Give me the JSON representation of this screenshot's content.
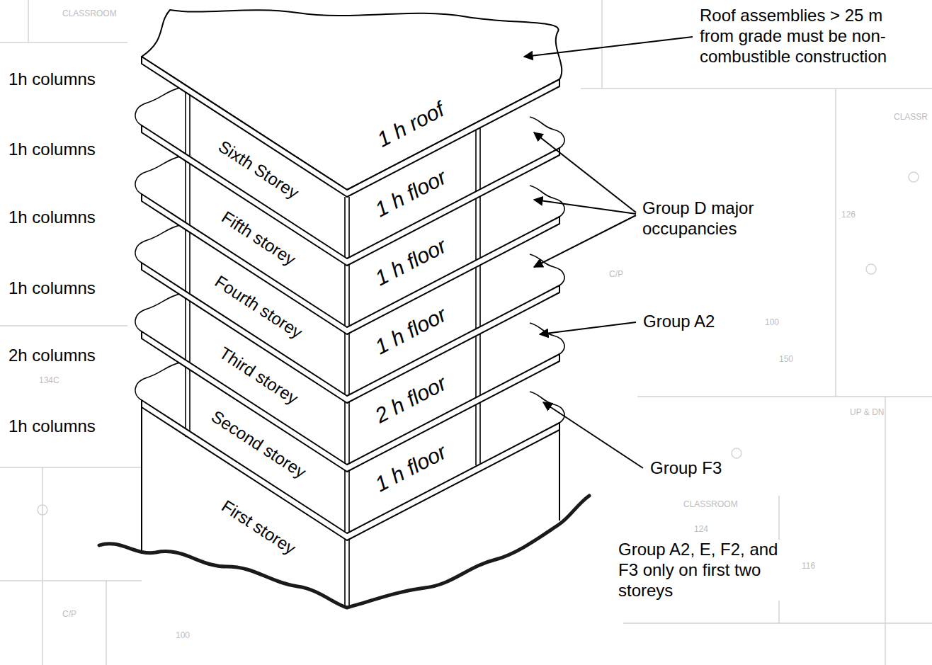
{
  "diagram": {
    "labels": [
      "Roof assemblies > 25 m from grade must be non-combustible construction",
      "1h columns",
      "1h columns",
      "1h columns",
      "1h columns",
      "2h columns",
      "1h columns",
      "Sixth Storey",
      "Fifth storey",
      "Fourth storey",
      "Third storey",
      "Second storey",
      "First storey",
      "1 h roof",
      "1 h floor",
      "1 h floor",
      "1 h floor",
      "2 h floor",
      "1 h floor",
      "Group D major occupancies",
      "Group A2",
      "Group F3",
      "Group A2, E, F2, and F3 only on first two storeys",
      "CLASSROOM",
      "CLASSR",
      "126",
      "C/P",
      "100",
      "150",
      "UP & DN",
      "CLASSROOM",
      "124",
      "116",
      "134C",
      "C/P",
      "100"
    ]
  }
}
